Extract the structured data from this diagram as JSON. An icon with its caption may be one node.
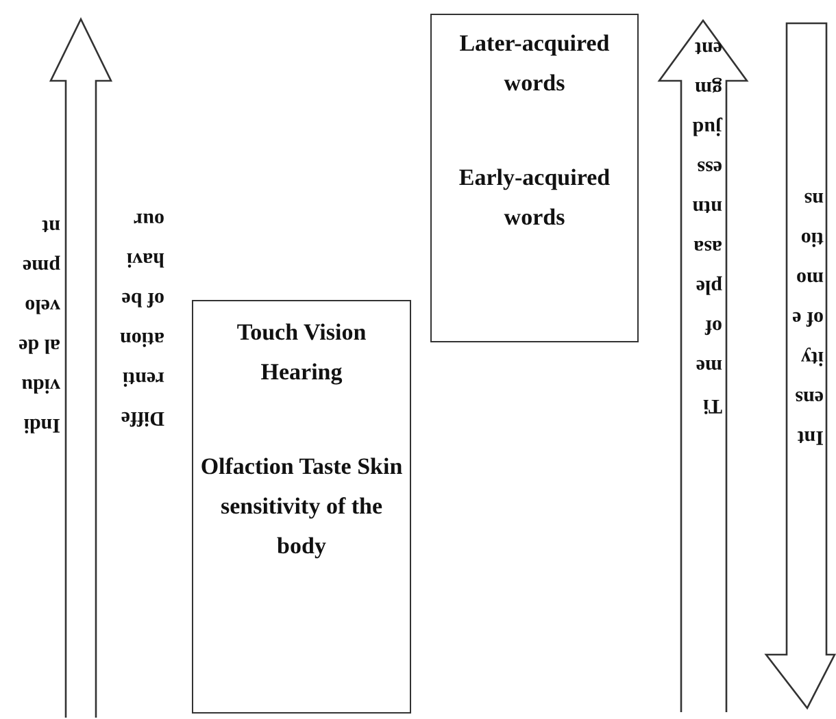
{
  "diagram": {
    "nodes": [
      {
        "text": [
          "Touch Vision Hearing",
          "Olfaction Taste Skin sensitivity of the body"
        ]
      },
      {
        "text": [
          "Later-acquired words",
          "Early-acquired words"
        ]
      }
    ],
    "labels": [
      "Individual development",
      "Differentiation of behaviour",
      "Time of pleasantness judgment",
      "Intensity of emotions"
    ]
  }
}
